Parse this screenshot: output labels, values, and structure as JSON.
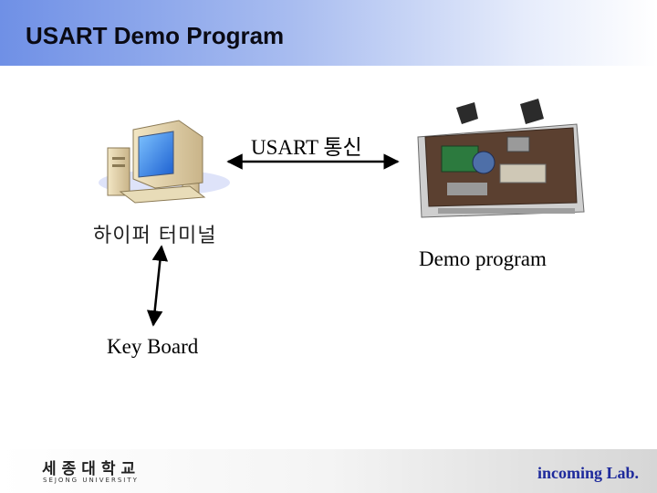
{
  "header": {
    "title": "USART Demo Program"
  },
  "diagram": {
    "link_label": "USART 통신",
    "terminal_label": "하이퍼 터미널",
    "demo_label": "Demo program",
    "keyboard_label": "Key Board"
  },
  "footer": {
    "org_korean": "세종대학교",
    "org_english": "SEJONG UNIVERSITY",
    "lab": "incoming Lab."
  },
  "colors": {
    "title_gradient_start": "#6f90e6",
    "lab_text": "#1e2a9c",
    "logo_red": "#b3262b"
  }
}
